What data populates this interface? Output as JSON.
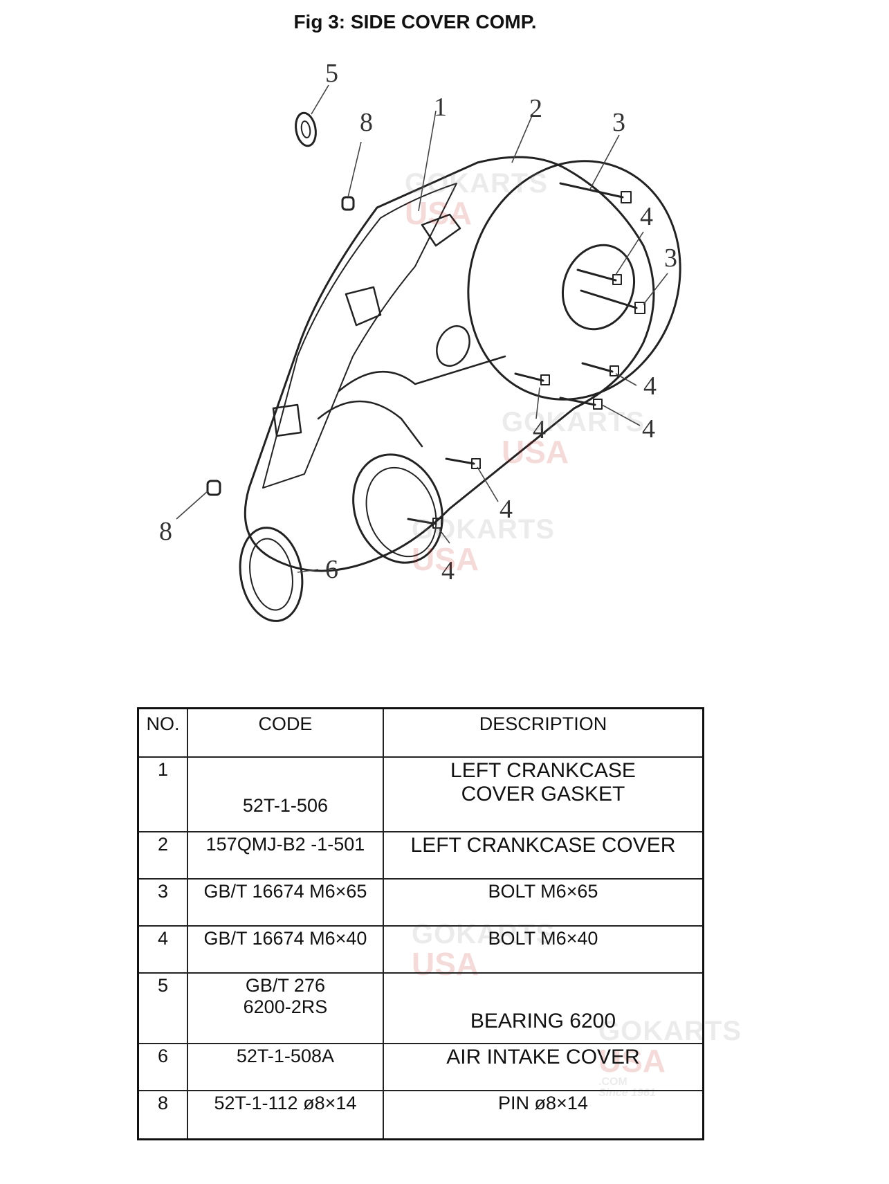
{
  "figure": {
    "title": "Fig 3: SIDE COVER COMP.",
    "callouts": {
      "c5": "5",
      "c8a": "8",
      "c1": "1",
      "c2": "2",
      "c3a": "3",
      "c4a": "4",
      "c3b": "3",
      "c4b": "4",
      "c4c": "4",
      "c4d": "4",
      "c4e": "4",
      "c4f": "4",
      "c8b": "8",
      "c6": "6"
    }
  },
  "watermark": {
    "top": "GOKARTS",
    "bottom": "USA",
    "com": ".COM",
    "since": "Since 1961"
  },
  "table": {
    "headers": {
      "no": "NO.",
      "code": "CODE",
      "description": "DESCRIPTION"
    },
    "rows": [
      {
        "no": "1",
        "code": "52T-1-506",
        "description": "LEFT CRANKCASE COVER GASKET"
      },
      {
        "no": "2",
        "code": "157QMJ-B2 -1-501",
        "description": "LEFT CRANKCASE COVER"
      },
      {
        "no": "3",
        "code": "GB/T 16674 M6×65",
        "description": "BOLT  M6×65"
      },
      {
        "no": "4",
        "code": "GB/T 16674 M6×40",
        "description": "BOLT  M6×40"
      },
      {
        "no": "5",
        "code": "GB/T 276 6200-2RS",
        "description": "BEARING 6200"
      },
      {
        "no": "6",
        "code": "52T-1-508A",
        "description": "AIR INTAKE COVER"
      },
      {
        "no": "8",
        "code": "52T-1-112 ø8×14",
        "description": "PIN ø8×14"
      }
    ]
  }
}
